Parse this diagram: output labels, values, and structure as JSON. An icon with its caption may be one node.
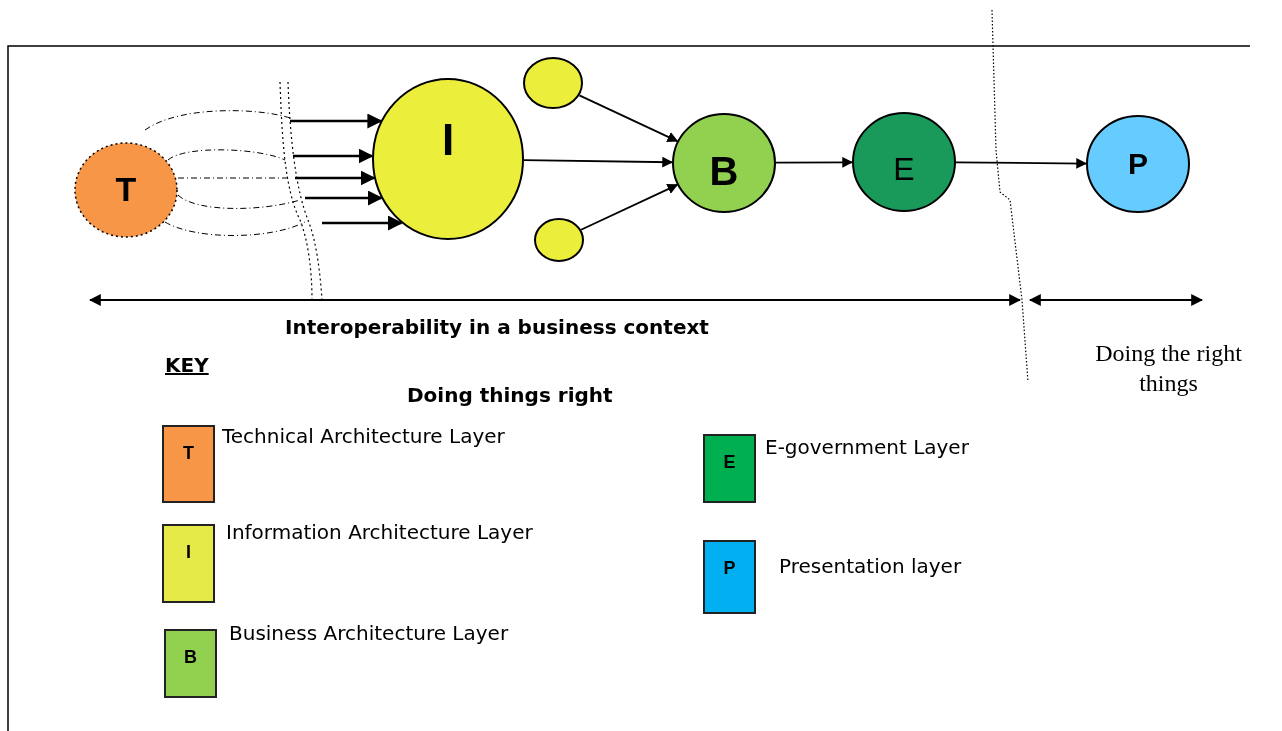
{
  "diagram": {
    "nodes": [
      {
        "text": [
          "T"
        ]
      },
      {
        "text": [
          "I"
        ]
      },
      {
        "text": [],
        "shape": "circle"
      },
      {
        "text": [],
        "shape": "circle"
      },
      {
        "text": [
          "B"
        ]
      },
      {
        "text": [
          "E"
        ]
      },
      {
        "text": [
          "P"
        ]
      },
      {
        "text": [
          "T"
        ],
        "beside": [
          "Technical Architecture Layer"
        ]
      },
      {
        "text": [
          "I"
        ],
        "beside": [
          "Information Architecture Layer"
        ]
      },
      {
        "text": [
          "B"
        ],
        "beside": [
          "Business Architecture Layer"
        ]
      },
      {
        "text": [
          "E"
        ],
        "beside": [
          "E-government Layer"
        ]
      },
      {
        "text": [
          "P"
        ],
        "beside": [
          "Presentation layer"
        ]
      }
    ],
    "edges": [
      {
        "from": null,
        "to": 1,
        "arrow": "to"
      },
      {
        "from": null,
        "to": 1,
        "arrow": "to"
      },
      {
        "from": null,
        "to": 1,
        "arrow": "to"
      },
      {
        "from": null,
        "to": 1,
        "arrow": "to"
      },
      {
        "from": null,
        "to": 1,
        "arrow": "to"
      },
      {
        "from": 2,
        "to": 4,
        "arrow": "to"
      },
      {
        "from": 1,
        "to": 4,
        "arrow": "to"
      },
      {
        "from": 3,
        "to": 4,
        "arrow": "to"
      },
      {
        "from": 4,
        "to": 5,
        "arrow": "to"
      },
      {
        "from": 5,
        "to": 6,
        "arrow": "to"
      }
    ],
    "labels": [
      "Interoperability in a business context",
      "KEY",
      "Doing things right",
      "Doing the right things"
    ]
  }
}
